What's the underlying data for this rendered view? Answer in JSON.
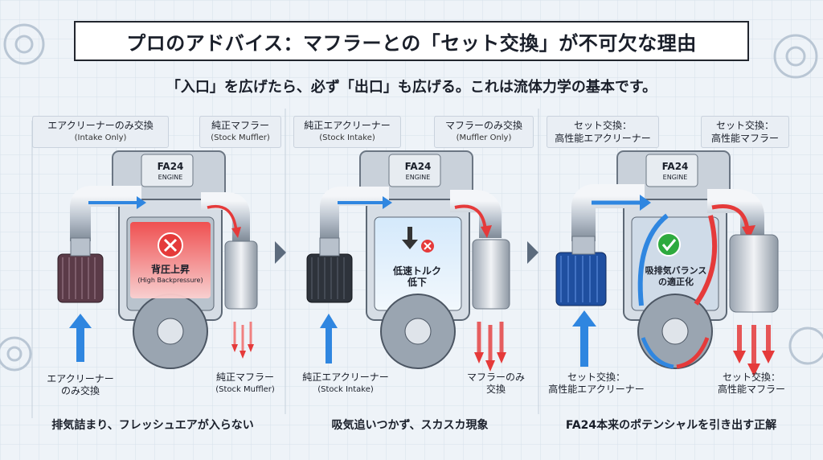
{
  "title": "プロのアドバイス：マフラーとの「セット交換」が不可欠な理由",
  "subtitle": "「入口」を広げたら、必ず「出口」も広げる。これは流体力学の基本です。",
  "engine_label": "FA24",
  "engine_sub": "ENGINE",
  "panels": [
    {
      "top_left": "エアクリーナーのみ交換",
      "top_left_sub": "(Intake Only)",
      "top_right": "純正マフラー",
      "top_right_sub": "(Stock Muffler)",
      "center": "背圧上昇",
      "center_sub": "(High Backpressure)",
      "bottom_left": "エアクリーナー",
      "bottom_left_2": "のみ交換",
      "bottom_right": "純正マフラー",
      "bottom_right_sub": "(Stock Muffler)",
      "caption": "排気詰まり、フレッシュエアが入らない"
    },
    {
      "top_left": "純正エアクリーナー",
      "top_left_sub": "(Stock Intake)",
      "top_right": "マフラーのみ交換",
      "top_right_sub": "(Muffler Only)",
      "center": "低速トルク",
      "center_2": "低下",
      "bottom_left": "純正エアクリーナー",
      "bottom_left_sub": "(Stock Intake)",
      "bottom_right": "マフラーのみ",
      "bottom_right_2": "交換",
      "caption": "吸気追いつかず、スカスカ現象"
    },
    {
      "top_left": "セット交換：",
      "top_left_2": "高性能エアクリーナー",
      "top_right": "セット交換：",
      "top_right_2": "高性能マフラー",
      "center": "吸排気バランス",
      "center_2": "の適正化",
      "bottom_left": "セット交換：",
      "bottom_left_2": "高性能エアクリーナー",
      "bottom_right": "セット交換：",
      "bottom_right_2": "高性能マフラー",
      "caption": "FA24本来のポテンシャルを引き出す正解"
    }
  ],
  "colors": {
    "intake": "#2f86e0",
    "exhaust": "#e53a3a",
    "ok": "#2eaa3e",
    "frame": "#22262e"
  }
}
